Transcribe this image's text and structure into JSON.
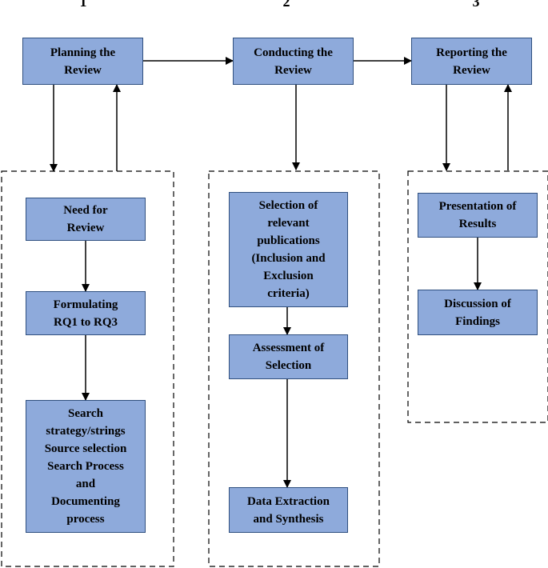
{
  "phases": [
    {
      "number": "1",
      "title": "Planning the\nReview",
      "steps": [
        "Need for\nReview",
        "Formulating\nRQ1 to RQ3",
        "Search\nstrategy/strings\nSource selection\nSearch Process\nand\nDocumenting\nprocess"
      ]
    },
    {
      "number": "2",
      "title": "Conducting the\nReview",
      "steps": [
        "Selection of\nrelevant\npublications\n(Inclusion and\nExclusion\ncriteria)",
        "Assessment of\nSelection",
        "Data Extraction\nand Synthesis"
      ]
    },
    {
      "number": "3",
      "title": "Reporting the\nReview",
      "steps": [
        "Presentation of\nResults",
        "Discussion of\nFindings"
      ]
    }
  ],
  "colors": {
    "box_fill": "#8eaadb",
    "box_border": "#2f4f7f",
    "line": "#000000"
  }
}
